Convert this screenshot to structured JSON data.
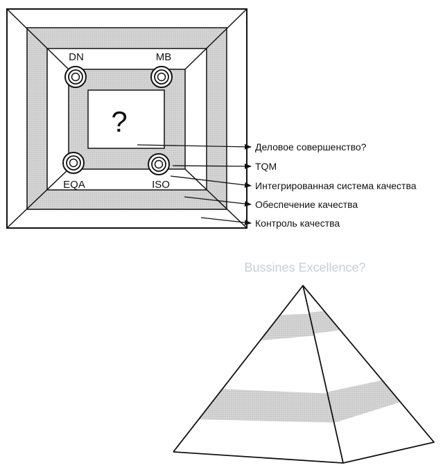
{
  "square": {
    "corners": {
      "tl": "DN",
      "tr": "MB",
      "bl": "EQA",
      "br": "ISO"
    },
    "center": "?"
  },
  "labels": [
    "Деловое совершенство?",
    "TQM",
    "Интегрированная система качества",
    "Обеспечение качества",
    "Контроль качества"
  ],
  "pyramid": {
    "title": "Bussines Excellence?"
  },
  "colors": {
    "line": "#111111",
    "shade": "#cfcfcf",
    "ghost": "#c9ced3"
  }
}
